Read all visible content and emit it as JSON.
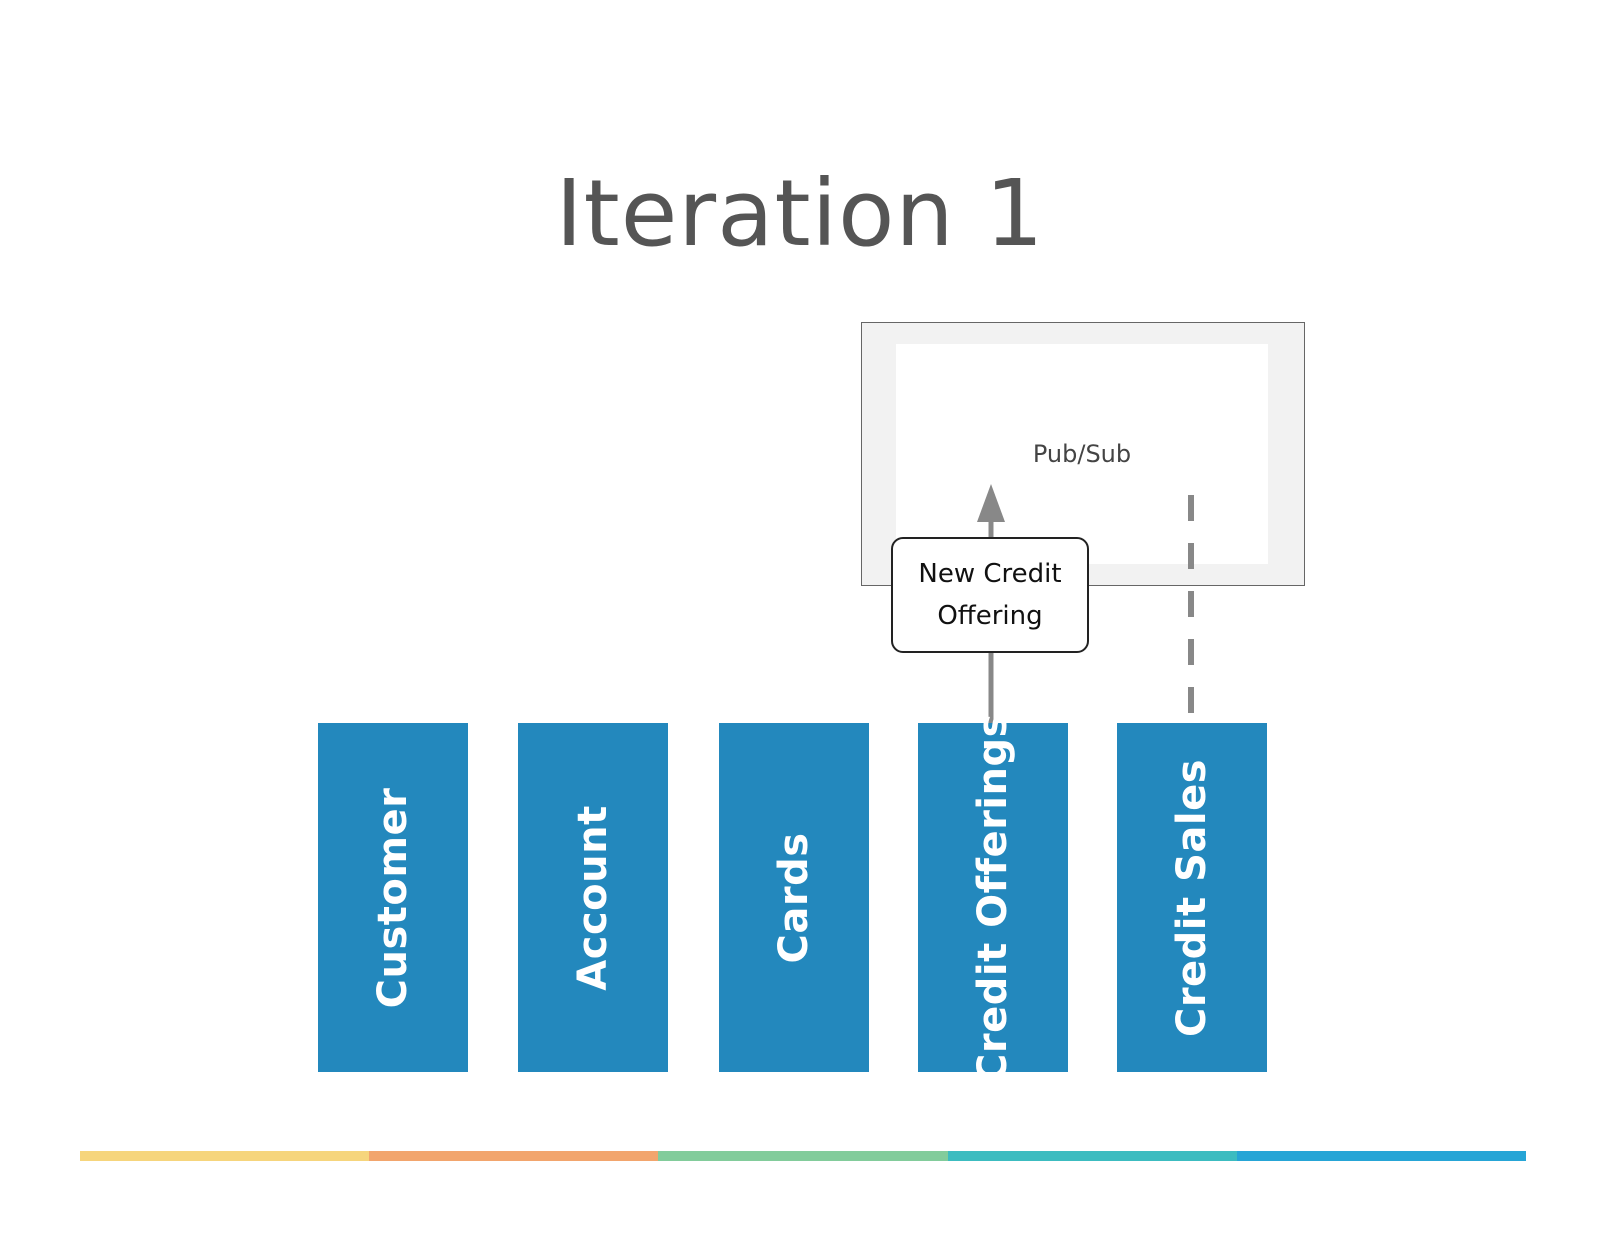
{
  "slide": {
    "title": "Iteration 1"
  },
  "pubsub": {
    "label": "Pub/Sub"
  },
  "event": {
    "line1": "New Credit",
    "line2": "Offering"
  },
  "services": [
    {
      "label": "Customer"
    },
    {
      "label": "Account"
    },
    {
      "label": "Cards"
    },
    {
      "label": "Credit Offerings"
    },
    {
      "label": "Credit Sales"
    }
  ],
  "colors": {
    "service_fill": "#2388bd",
    "connector": "#888888",
    "stripe": [
      "#f6d57c",
      "#f2a56d",
      "#82cc9b",
      "#3cbcc0",
      "#26a5d6"
    ]
  }
}
